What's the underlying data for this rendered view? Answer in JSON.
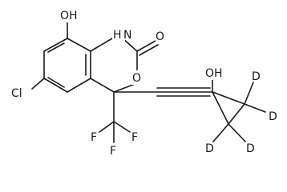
{
  "molecule": {
    "atoms": {
      "hydroxyl_top": "OH",
      "amine": "H",
      "amine_n": "N",
      "carbonyl_o": "O",
      "ring_o": "O",
      "chlorine": "Cl",
      "alkyne_oh": "OH",
      "d1": "D",
      "d2": "D",
      "d3": "D",
      "d4": "D",
      "f1": "F",
      "f2": "F",
      "f3": "F"
    }
  },
  "colors": {
    "bond": "#1a1a1a",
    "label": "#1a1a1a",
    "background": "#ffffff"
  }
}
